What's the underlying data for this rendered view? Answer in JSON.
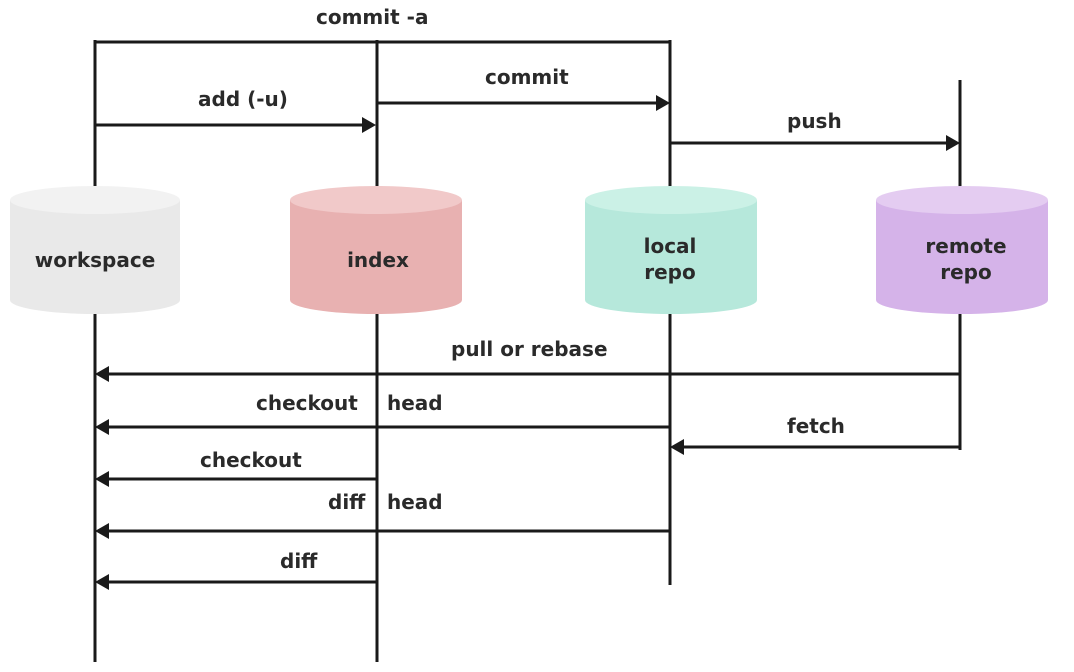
{
  "stores": {
    "workspace": {
      "line1": "workspace",
      "line2": "",
      "color": "#e8e8e8",
      "top_color": "#f0f0f0"
    },
    "index": {
      "line1": "index",
      "line2": "",
      "color": "#e8b0b0",
      "top_color": "#f0c6c6"
    },
    "local_repo": {
      "line1": "local",
      "line2": "repo",
      "color": "#b4e8da",
      "top_color": "#c8f0e4"
    },
    "remote_repo": {
      "line1": "remote",
      "line2": "repo",
      "color": "#d4b0e8",
      "top_color": "#e2c8f0"
    }
  },
  "arrows": {
    "commit_a": "commit -a",
    "add": "add (-u)",
    "commit": "commit",
    "push": "push",
    "pull_or_rebase": "pull or rebase",
    "checkout_head_left": "checkout",
    "checkout_head_right": "head",
    "fetch": "fetch",
    "checkout": "checkout",
    "diff_head_left": "diff",
    "diff_head_right": "head",
    "diff": "diff"
  }
}
